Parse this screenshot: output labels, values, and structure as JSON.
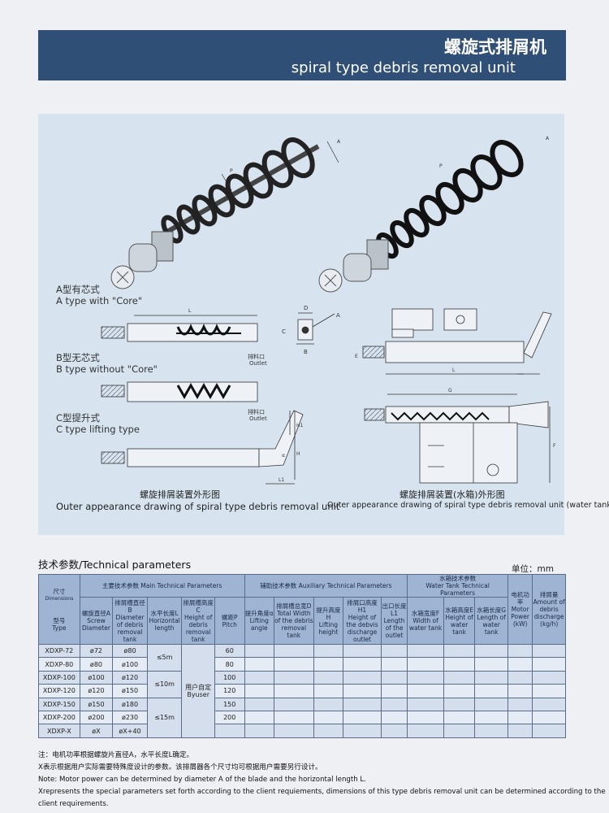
{
  "header": {
    "title_zh": "螺旋式排屑机",
    "title_en": "spiral type debris removal unit"
  },
  "drawing": {
    "type_a_zh": "A型有芯式",
    "type_a_en": "A type with \"Core\"",
    "type_b_zh": "B型无芯式",
    "type_b_en": "B type without \"Core\"",
    "type_c_zh": "C型提升式",
    "type_c_en": "C type lifting type",
    "outlet_zh": "排料口",
    "outlet_en": "Outlet",
    "caption_left_zh": "螺旋排屑装置外形图",
    "caption_left_en": "Outer appearance drawing of spiral type debris removal unit",
    "caption_right_zh": "螺旋排屑装置(水箱)外形图",
    "caption_right_en": "Outer appearance drawing of spiral type debris removal unit (water tank)",
    "dims": {
      "a": "A",
      "p": "P",
      "l": "L",
      "d": "D",
      "c": "C",
      "b": "B",
      "e": "E",
      "g": "G",
      "f": "F",
      "h": "H",
      "h1": "H1",
      "l1": "L1",
      "alpha": "α"
    }
  },
  "section_title": "技术参数/Technical parameters",
  "unit_label": "单位：mm",
  "table": {
    "dims_zh": "尺寸",
    "dims_en": "Dimensions",
    "type_zh": "型号",
    "type_en": "Type",
    "group_main": "主要技术参数 Main Technical Parameters",
    "group_aux": "辅助技术参数 Auxiliary Technical Parameters",
    "group_water_zh": "水箱技术参数",
    "group_water_en": "Water Tank Technical Parameters",
    "cols": [
      {
        "zh": "螺旋直径A",
        "en": "Screw Diameter"
      },
      {
        "zh": "排屑槽直径B",
        "en": "Diameter of debris removal tank"
      },
      {
        "zh": "水平长度L",
        "en": "Horizontal length"
      },
      {
        "zh": "排屑槽高度C",
        "en": "Height of debris removal tank"
      },
      {
        "zh": "螺距P",
        "en": "Pitch"
      },
      {
        "zh": "提升角度α",
        "en": "Lifting angle"
      },
      {
        "zh": "排屑槽总宽D",
        "en": "Total Width of the debris removal tank"
      },
      {
        "zh": "提升高度H",
        "en": "Lifting height"
      },
      {
        "zh": "排屑口高度H1",
        "en": "Height of the debvis discharge outlet"
      },
      {
        "zh": "出口长度L1",
        "en": "Length of the outlet"
      },
      {
        "zh": "水箱宽度F",
        "en": "Width of water tank"
      },
      {
        "zh": "水箱高度E",
        "en": "Height of water tank"
      },
      {
        "zh": "水箱长度G",
        "en": "Length of water tank"
      },
      {
        "zh": "电机功率",
        "en": "Motor Power (kW)"
      },
      {
        "zh": "排屑量",
        "en": "Amount of debris discharge (kg/h)"
      }
    ],
    "rows": [
      {
        "type": "XDXP-72",
        "a": "ø72",
        "b": "ø80",
        "p": "60"
      },
      {
        "type": "XDXP-80",
        "a": "ø80",
        "b": "ø100",
        "p": "80"
      },
      {
        "type": "XDXP-100",
        "a": "ø100",
        "b": "ø120",
        "p": "100"
      },
      {
        "type": "XDXP-120",
        "a": "ø120",
        "b": "ø150",
        "p": "120"
      },
      {
        "type": "XDXP-150",
        "a": "ø150",
        "b": "ø180",
        "p": "150"
      },
      {
        "type": "XDXP-200",
        "a": "ø200",
        "b": "ø230",
        "p": "200"
      },
      {
        "type": "XDXP-X",
        "a": "øX",
        "b": "øX+40",
        "p": ""
      }
    ],
    "len_5": "≤5m",
    "len_10": "≤10m",
    "len_15": "≤15m",
    "height_zh": "用户自定",
    "height_en": "Byuser"
  },
  "notes": [
    "注：电机功率根据螺旋片直径A，水平长度L确定。",
    "X表示根据用户实际需要特殊度设计的参数。该排屑器各个尺寸均可根据用户需要另行设计。",
    "Note: Motor power can be determined by diameter A of the blade and the horizontal length L.",
    "Xrepresents the special parameters set forth according to the client requiements, dimensions of this type debris removal unit can be determined according to the",
    "client requirements."
  ]
}
